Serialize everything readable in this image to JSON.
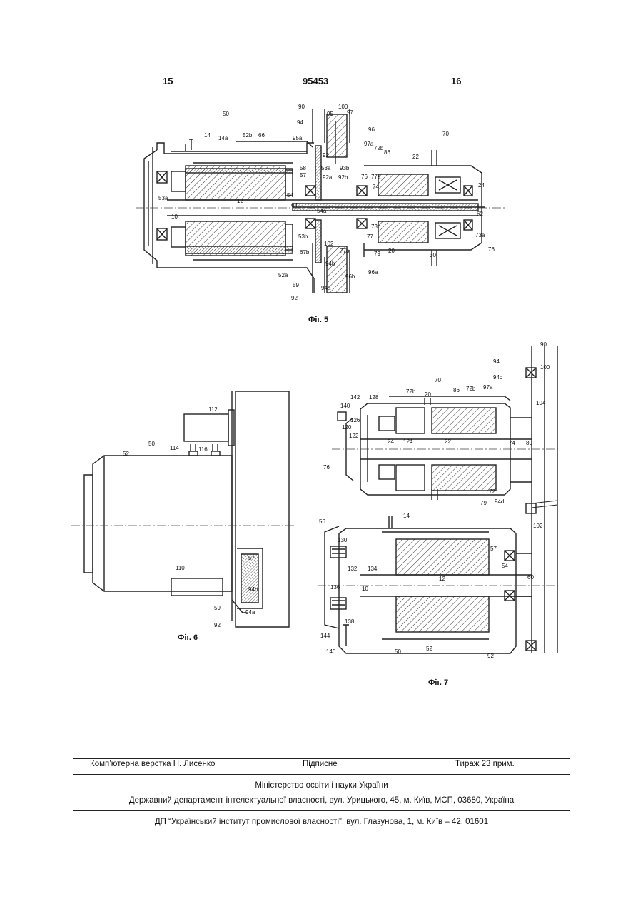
{
  "header": {
    "left_page": "15",
    "center_number": "95453",
    "right_page": "16"
  },
  "figures": {
    "fig5": {
      "caption": "Фіг. 5",
      "labels": [
        "50",
        "14",
        "14a",
        "52b",
        "66",
        "90",
        "94",
        "95",
        "95a",
        "100",
        "97",
        "96",
        "97a",
        "72b",
        "86",
        "70",
        "92",
        "93",
        "22",
        "58",
        "57",
        "53a",
        "92a",
        "92b",
        "12",
        "54",
        "76",
        "77a",
        "74",
        "24",
        "10",
        "64",
        "54a",
        "62",
        "53b",
        "73b",
        "77",
        "73a",
        "102",
        "77b",
        "20",
        "30",
        "67b",
        "79",
        "52a",
        "94b",
        "96b",
        "96a",
        "59",
        "94a"
      ]
    },
    "fig6": {
      "caption": "Фіг. 6",
      "labels": [
        "112",
        "50",
        "52",
        "114",
        "116",
        "110",
        "57",
        "94b",
        "59",
        "94a",
        "92"
      ]
    },
    "fig7": {
      "caption": "Фіг. 7",
      "labels": [
        "90",
        "94",
        "100",
        "94c",
        "97a",
        "72b",
        "86",
        "72b",
        "70",
        "20",
        "142",
        "128",
        "140",
        "126",
        "120",
        "122",
        "124",
        "24",
        "22",
        "74",
        "80",
        "104",
        "76",
        "72",
        "79",
        "94d",
        "14",
        "56",
        "130",
        "57",
        "134",
        "132",
        "12",
        "54",
        "60",
        "102",
        "136",
        "10",
        "138",
        "144",
        "140",
        "50",
        "52",
        "92"
      ]
    }
  },
  "footer": {
    "typesetter": "Комп’ютерна верстка Н. Лисенко",
    "signed": "Підписне",
    "circulation": "Тираж 23 прим.",
    "ministry": "Міністерство освіти і науки України",
    "department": "Державний департамент інтелектуальної власності, вул. Урицького, 45, м. Київ, МСП, 03680, Україна",
    "institute": "ДП “Український інститут промислової власності”, вул. Глазунова, 1, м. Київ – 42, 01601"
  }
}
